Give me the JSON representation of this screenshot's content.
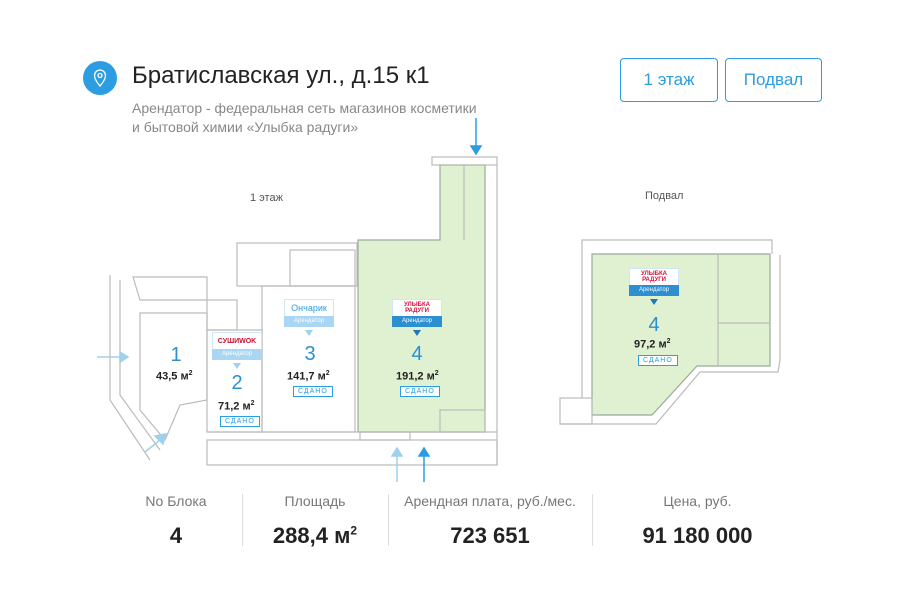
{
  "header": {
    "title": "Братиславская ул., д.15 к1",
    "description_line1": "Арендатор - федеральная сеть магазинов косметики",
    "description_line2": "и бытовой химии «Улыбка радуги»",
    "icon": "location-pin-icon"
  },
  "floor_buttons": [
    {
      "label": "1 этаж"
    },
    {
      "label": "Подвал"
    }
  ],
  "plans": {
    "floor1": {
      "caption": "1 этаж",
      "blocks": [
        {
          "num": "1",
          "area": "43,5 м",
          "sup": "2"
        },
        {
          "num": "2",
          "area": "71,2 м",
          "sup": "2",
          "tenant_logo": "СУШИWOK",
          "tenant_label": "Арендатор",
          "status": "СДАНО"
        },
        {
          "num": "3",
          "area": "141,7 м",
          "sup": "2",
          "tenant_logo": "Ончарик",
          "tenant_label": "Арендатор",
          "status": "СДАНО"
        },
        {
          "num": "4",
          "area": "191,2 м",
          "sup": "2",
          "tenant_logo": "УЛЫБКА РАДУГИ",
          "tenant_label": "Арендатор",
          "status": "СДАНО"
        }
      ]
    },
    "basement": {
      "caption": "Подвал",
      "blocks": [
        {
          "num": "4",
          "area": "97,2 м",
          "sup": "2",
          "tenant_logo": "УЛЫБКА РАДУГИ",
          "tenant_label": "Арендатор",
          "status": "СДАНО"
        }
      ]
    }
  },
  "stats": [
    {
      "label": "No Блока",
      "value": "4"
    },
    {
      "label": "Площадь",
      "value": "288,4 м",
      "sup": "2"
    },
    {
      "label": "Арендная плата, руб./мес.",
      "value": "723 651"
    },
    {
      "label": "Цена, руб.",
      "value": "91 180 000"
    }
  ],
  "colors": {
    "accent": "#2b9de0",
    "rented_fill": "#e0f1d2"
  }
}
